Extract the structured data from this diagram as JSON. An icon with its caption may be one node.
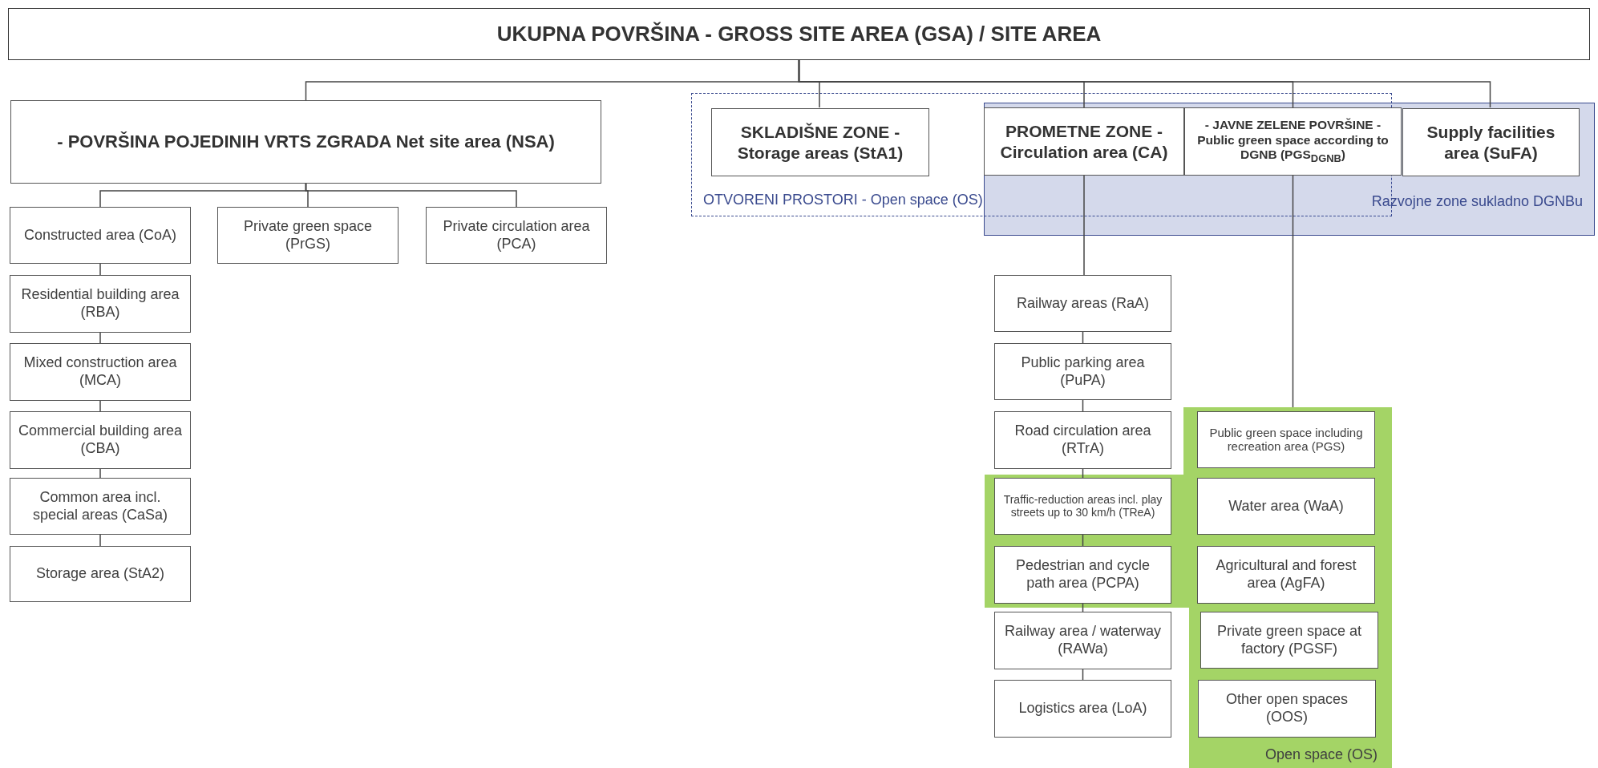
{
  "diagram": {
    "nodes": [
      {
        "text": [
          "UKUPNA POVRŠINA - GROSS SITE AREA (GSA) / SITE AREA"
        ]
      },
      {
        "text": [
          "- POVRŠINA POJEDINIH VRTS ZGRADA Net site area (NSA)"
        ]
      },
      {
        "text": [
          "OTVORENI PROSTORI - Open space (OS)"
        ]
      },
      {
        "text": [
          "SKLADIŠNE ZONE - Storage areas (StA1)"
        ],
        "in": 2
      },
      {
        "text": [
          "Razvojne zone sukladno DGNBu"
        ]
      },
      {
        "text": [
          "PROMETNE ZONE - Circulation area (CA)"
        ]
      },
      {
        "text": [
          "- JAVNE ZELENE POVRŠINE - Public green space according to DGNB (PGS$_{DGNB}$)"
        ]
      },
      {
        "text": [
          "Supply facilities area (SuFA)"
        ],
        "in": 4
      },
      {
        "text": [
          "Constructed area (CoA)"
        ]
      },
      {
        "text": [
          "Private green space (PrGS)"
        ]
      },
      {
        "text": [
          "Private circulation area (PCA)"
        ]
      },
      {
        "text": [
          "Residential building area (RBA)"
        ]
      },
      {
        "text": [
          "Mixed construction area (MCA)"
        ]
      },
      {
        "text": [
          "Commercial building area (CBA)"
        ]
      },
      {
        "text": [
          "Common area incl. special areas (CaSa)"
        ]
      },
      {
        "text": [
          "Storage area (StA2)"
        ]
      },
      {
        "text": [
          "Railway areas (RaA)"
        ]
      },
      {
        "text": [
          "Public parking area (PuPA)"
        ]
      },
      {
        "text": [
          "Road circulation area (RTrA)"
        ]
      },
      {
        "text": [
          "Open space (OS)"
        ]
      },
      {
        "text": [
          "Traffic-reduction areas incl. play streets up to 30 km/h (TReA)"
        ],
        "in": 19
      },
      {
        "text": [
          "Pedestrian and cycle path area (PCPA)"
        ],
        "in": 19
      },
      {
        "text": [
          "Railway area / waterway (RAWa)"
        ]
      },
      {
        "text": [
          "Logistics area (LoA)"
        ]
      },
      {
        "text": [
          "Public green space including recreation area (PGS)"
        ],
        "in": 19
      },
      {
        "text": [
          "Water area (WaA)"
        ],
        "in": 19
      },
      {
        "text": [
          "Agricultural and forest area (AgFA)"
        ],
        "in": 19
      },
      {
        "text": [
          "Private green space at factory (PGSF)"
        ],
        "in": 19
      },
      {
        "text": [
          "Other open spaces (OOS)"
        ],
        "in": 19
      }
    ],
    "edges": [
      {
        "from": 0,
        "to": 1,
        "arrow": "none"
      },
      {
        "from": 0,
        "to": 3,
        "arrow": "none"
      },
      {
        "from": 0,
        "to": 5,
        "arrow": "none"
      },
      {
        "from": 0,
        "to": 6,
        "arrow": "none"
      },
      {
        "from": 0,
        "to": 7,
        "arrow": "none"
      },
      {
        "from": 1,
        "to": 8,
        "arrow": "none"
      },
      {
        "from": 1,
        "to": 9,
        "arrow": "none"
      },
      {
        "from": 1,
        "to": 10,
        "arrow": "none"
      },
      {
        "from": 8,
        "to": 11,
        "arrow": "none"
      },
      {
        "from": 11,
        "to": 12,
        "arrow": "none"
      },
      {
        "from": 12,
        "to": 13,
        "arrow": "none"
      },
      {
        "from": 13,
        "to": 14,
        "arrow": "none"
      },
      {
        "from": 14,
        "to": 15,
        "arrow": "none"
      },
      {
        "from": 5,
        "to": 16,
        "arrow": "none"
      },
      {
        "from": 16,
        "to": 17,
        "arrow": "none"
      },
      {
        "from": 17,
        "to": 18,
        "arrow": "none"
      },
      {
        "from": 18,
        "to": 20,
        "arrow": "none"
      },
      {
        "from": 20,
        "to": 21,
        "arrow": "none"
      },
      {
        "from": 21,
        "to": 22,
        "arrow": "none"
      },
      {
        "from": 22,
        "to": 23,
        "arrow": "none"
      },
      {
        "from": 6,
        "to": 19,
        "arrow": "none"
      }
    ]
  }
}
